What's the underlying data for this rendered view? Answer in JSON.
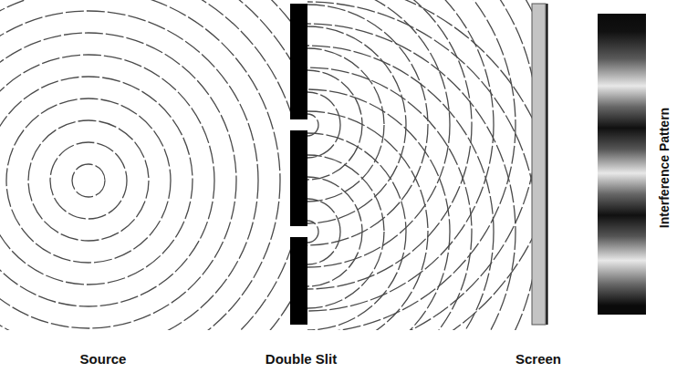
{
  "diagram": {
    "labels": [
      "Source",
      "Double Slit",
      "Screen",
      "Interference Pattern"
    ]
  }
}
